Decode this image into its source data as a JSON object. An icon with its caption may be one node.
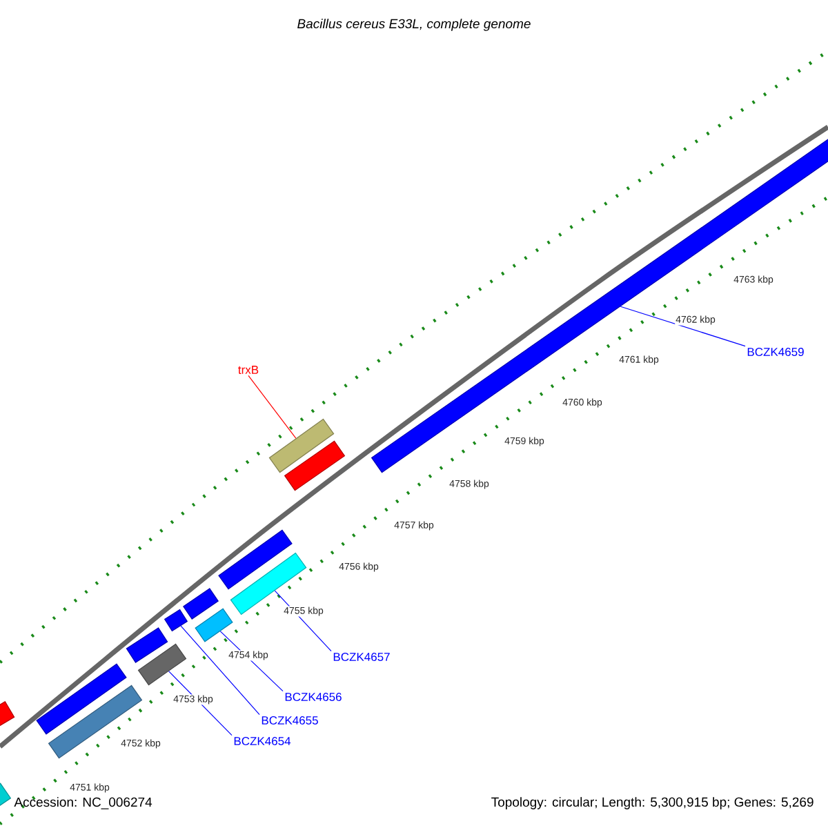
{
  "diagram": {
    "title": "Bacillus cereus E33L, complete genome",
    "nodes": [
      {
        "text": [
          "trxB"
        ]
      },
      {
        "text": [],
        "shape": "bar"
      },
      {
        "text": [],
        "shape": "bar"
      },
      {
        "text": [],
        "shape": "bar"
      },
      {
        "text": [
          "BCZK4659"
        ]
      },
      {
        "text": [],
        "shape": "bar"
      },
      {
        "text": [],
        "shape": "bar"
      },
      {
        "text": [],
        "shape": "bar"
      },
      {
        "text": [],
        "shape": "bar"
      },
      {
        "text": [],
        "shape": "bar"
      },
      {
        "text": [],
        "shape": "bar"
      },
      {
        "text": [],
        "shape": "bar"
      },
      {
        "text": [],
        "shape": "bar"
      },
      {
        "text": [],
        "shape": "bar"
      },
      {
        "text": [],
        "shape": "bar"
      },
      {
        "text": [],
        "shape": "bar"
      },
      {
        "text": [
          "BCZK4657"
        ]
      },
      {
        "text": [
          "BCZK4656"
        ]
      },
      {
        "text": [
          "BCZK4655"
        ]
      },
      {
        "text": [
          "BCZK4654"
        ]
      }
    ],
    "edges": [
      {
        "from": 0,
        "to": 1,
        "arrow": "none",
        "color": "#ff0000"
      },
      {
        "from": 4,
        "to": 3,
        "arrow": "none"
      },
      {
        "from": 16,
        "to": 6,
        "arrow": "none"
      },
      {
        "from": 17,
        "to": 9,
        "arrow": "none"
      },
      {
        "from": 18,
        "to": 8,
        "arrow": "none"
      },
      {
        "from": 19,
        "to": 11,
        "arrow": "none"
      }
    ],
    "labels": [
      "4763 kbp",
      "4762 kbp",
      "4761 kbp",
      "4760 kbp",
      "4759 kbp",
      "4758 kbp",
      "4757 kbp",
      "4756 kbp",
      "4755 kbp",
      "4754 kbp",
      "4753 kbp",
      "4752 kbp",
      "4751 kbp",
      "Accession: NC_006274",
      "Topology: circular; Length: 5,300,915 bp; Genes: 5,269"
    ]
  }
}
